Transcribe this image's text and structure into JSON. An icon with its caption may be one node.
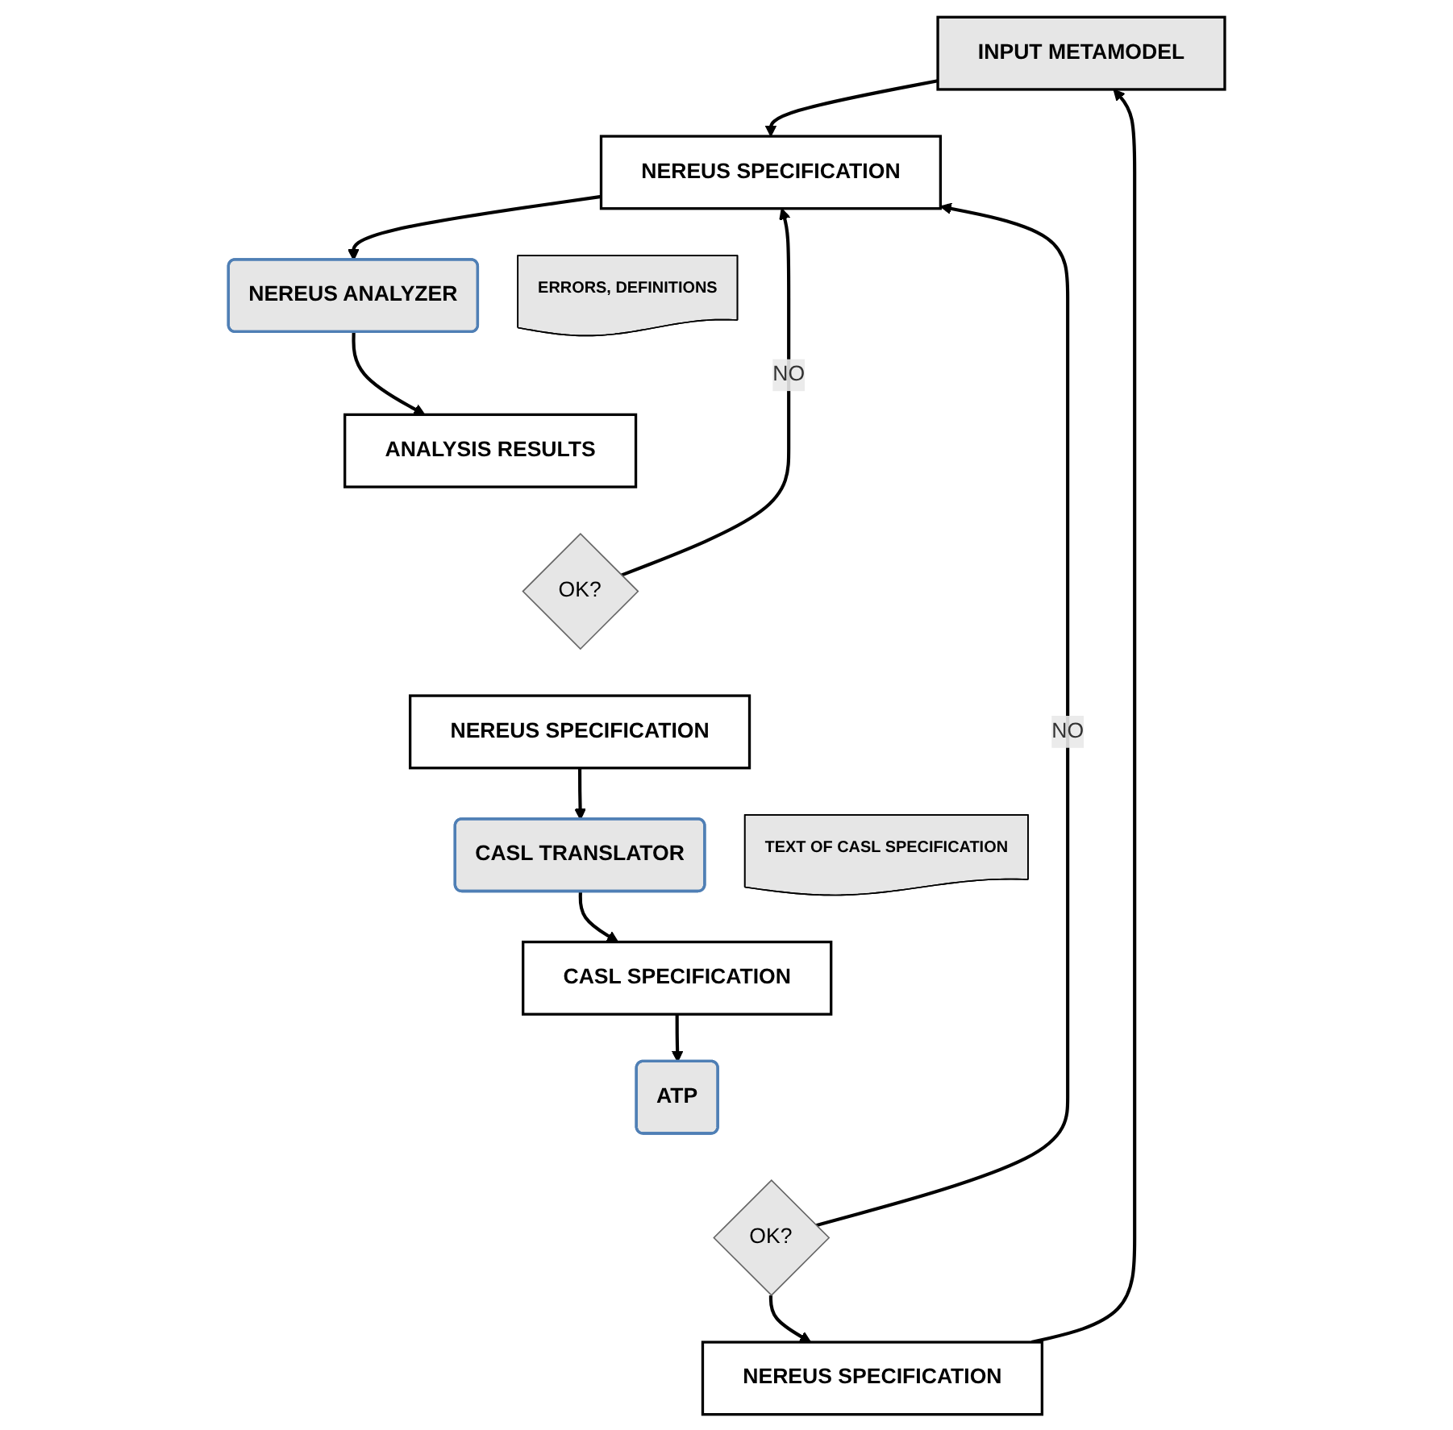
{
  "diagram": {
    "nodes": [
      {
        "text": [
          "INPUT METAMODEL"
        ]
      },
      {
        "text": [
          "NEREUS SPECIFICATION"
        ]
      },
      {
        "text": [
          "NEREUS ANALYZER"
        ]
      },
      {
        "text": [
          "ERRORS, DEFINITIONS"
        ]
      },
      {
        "text": [
          "ANALYSIS RESULTS"
        ]
      },
      {
        "text": [
          "OK?"
        ]
      },
      {
        "text": [
          "NEREUS SPECIFICATION"
        ]
      },
      {
        "text": [
          "CASL TRANSLATOR"
        ]
      },
      {
        "text": [
          "TEXT OF CASL SPECIFICATION"
        ]
      },
      {
        "text": [
          "CASL SPECIFICATION"
        ]
      },
      {
        "text": [
          "ATP"
        ]
      },
      {
        "text": [
          "OK?"
        ]
      },
      {
        "text": [
          "NEREUS SPECIFICATION"
        ]
      }
    ],
    "edges": [
      {
        "from": 0,
        "to": 1,
        "arrow": "to"
      },
      {
        "from": 1,
        "to": 2,
        "arrow": "to"
      },
      {
        "from": 2,
        "to": 4,
        "arrow": "to"
      },
      {
        "from": 5,
        "to": 1,
        "arrow": "to",
        "label": "NO"
      },
      {
        "from": 6,
        "to": 7,
        "arrow": "to"
      },
      {
        "from": 7,
        "to": 9,
        "arrow": "to"
      },
      {
        "from": 9,
        "to": 10,
        "arrow": "to"
      },
      {
        "from": 11,
        "to": 1,
        "arrow": "to",
        "label": "NO"
      },
      {
        "from": 11,
        "to": 12,
        "arrow": "to"
      },
      {
        "from": 12,
        "to": 0,
        "arrow": "to"
      }
    ]
  }
}
